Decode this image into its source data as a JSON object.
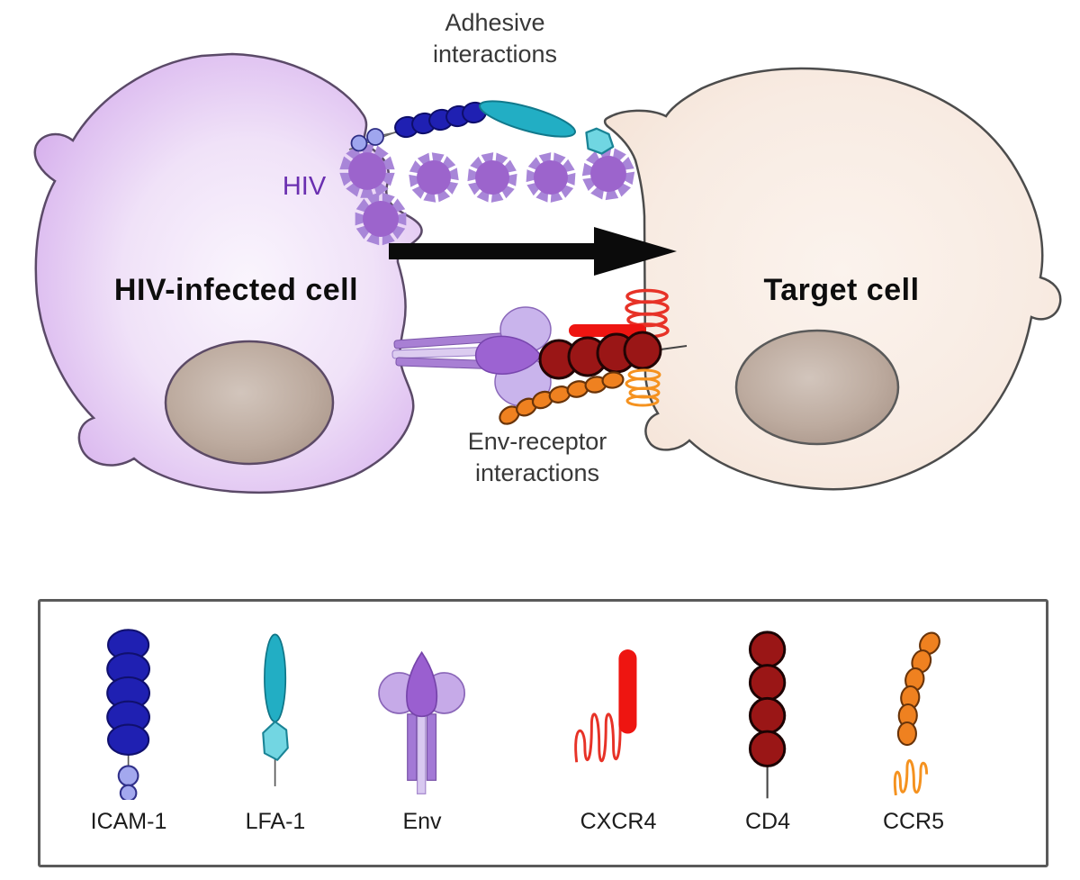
{
  "figure": {
    "adhesive_label": "Adhesive interactions",
    "hiv_label": "HIV",
    "infected_cell_label": "HIV-infected cell",
    "target_cell_label": "Target cell",
    "env_receptor_label": "Env-receptor interactions"
  },
  "legend": {
    "items": [
      {
        "label": "ICAM-1",
        "icon": "icam-1-icon",
        "color": "#1f20b2"
      },
      {
        "label": "LFA-1",
        "icon": "lfa-1-icon",
        "color": "#22aec4"
      },
      {
        "label": "Env",
        "icon": "env-icon",
        "color": "#9a5fd0"
      },
      {
        "label": "CXCR4",
        "icon": "cxcr4-icon",
        "color": "#ee1511"
      },
      {
        "label": "CD4",
        "icon": "cd4-icon",
        "color": "#9a1616"
      },
      {
        "label": "CCR5",
        "icon": "ccr5-icon",
        "color": "#ef8120"
      }
    ]
  },
  "colors": {
    "infected_cell_fill": "#cfa2e8",
    "target_cell_fill": "#f8ebe2",
    "nucleus_fill": "#b3a196",
    "virus_body": "#9c64cc",
    "virus_spikes": "#a886d8",
    "hiv_text": "#6a2fb0",
    "arrow": "#0b0b0b"
  }
}
